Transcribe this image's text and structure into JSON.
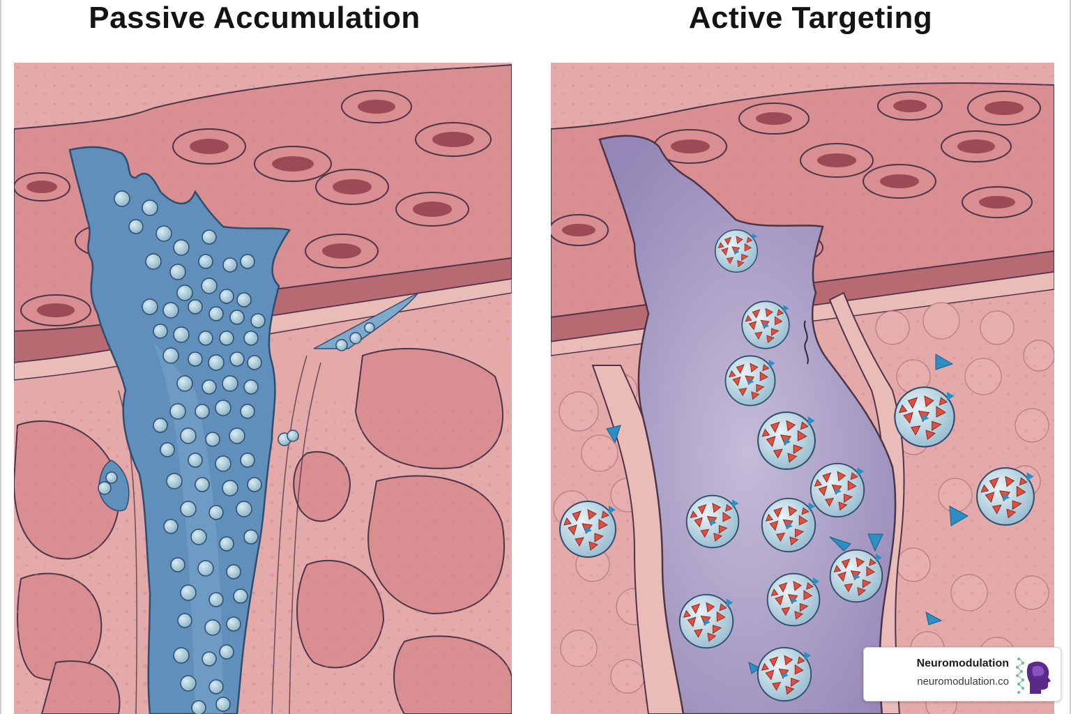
{
  "panels": [
    {
      "title": "Passive Accumulation"
    },
    {
      "title": "Active Targeting"
    }
  ],
  "watermark": {
    "name": "Neuromodulation",
    "url": "neuromodulation.co"
  },
  "colors": {
    "tissue": "#d98f92",
    "tissue_light": "#e8b2b1",
    "cell_nucleus": "#9c4a55",
    "outline": "#4d3348",
    "vessel_passive": "#5f8fba",
    "vessel_active": "#a89bc4",
    "particle": "#a9c8d6",
    "drug_red": "#e05040",
    "ligand_blue": "#2c8fc4"
  }
}
